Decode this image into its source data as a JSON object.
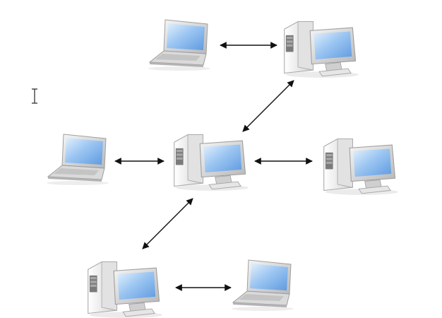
{
  "diagram": {
    "type": "network",
    "nodes": [
      {
        "id": "laptop-top",
        "kind": "laptop"
      },
      {
        "id": "desktop-top-right",
        "kind": "desktop"
      },
      {
        "id": "laptop-middle-left",
        "kind": "laptop"
      },
      {
        "id": "desktop-center",
        "kind": "desktop"
      },
      {
        "id": "desktop-middle-right",
        "kind": "desktop"
      },
      {
        "id": "desktop-bottom-left",
        "kind": "desktop"
      },
      {
        "id": "laptop-bottom-right",
        "kind": "laptop"
      }
    ],
    "edges": [
      {
        "from": "laptop-top",
        "to": "desktop-top-right",
        "bidirectional": true
      },
      {
        "from": "desktop-top-right",
        "to": "desktop-center",
        "bidirectional": true
      },
      {
        "from": "laptop-middle-left",
        "to": "desktop-center",
        "bidirectional": true
      },
      {
        "from": "desktop-center",
        "to": "desktop-middle-right",
        "bidirectional": true
      },
      {
        "from": "desktop-center",
        "to": "desktop-bottom-left",
        "bidirectional": true
      },
      {
        "from": "desktop-bottom-left",
        "to": "laptop-bottom-right",
        "bidirectional": true
      }
    ]
  },
  "cursor": {
    "kind": "text-i-beam"
  },
  "colors": {
    "screen": "#7fb2ec",
    "screen_light": "#d6e9fb",
    "case_light": "#f4f4f4",
    "case_dark": "#c3c3c3",
    "bezel": "#bfbfbf",
    "arrow": "#111111"
  }
}
